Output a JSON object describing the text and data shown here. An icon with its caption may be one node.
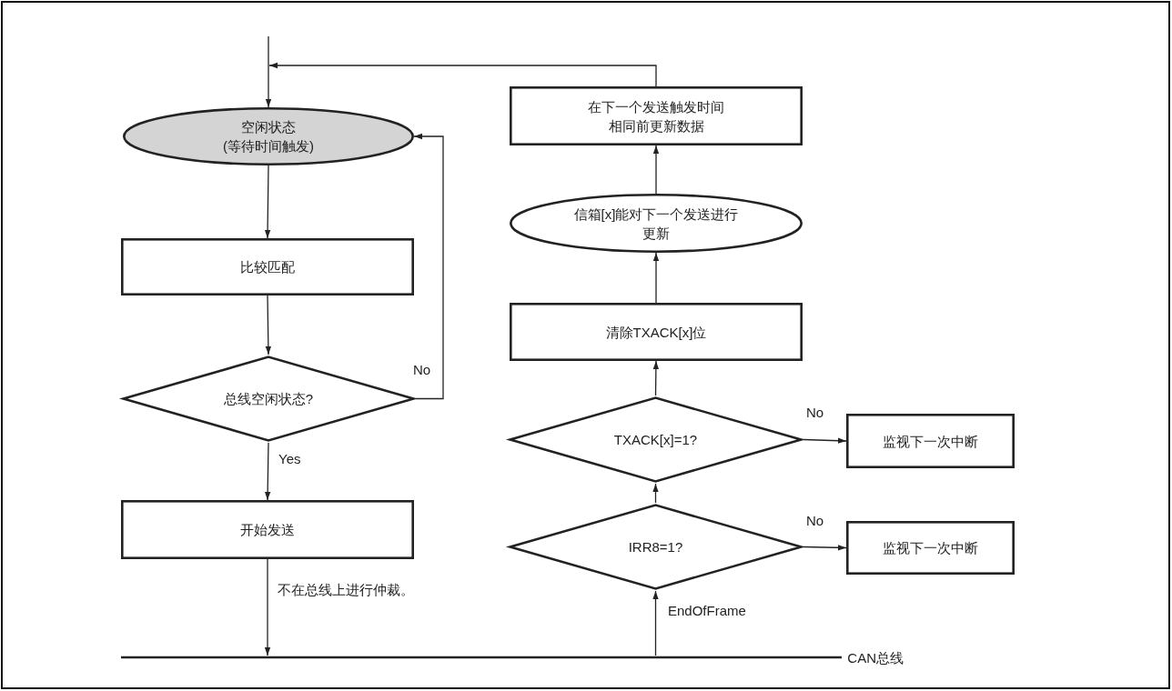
{
  "diagram": {
    "nodes": [
      {
        "text": [
          "空闲状态 (等待时间触发)"
        ]
      },
      {
        "text": [
          "比较匹配"
        ]
      },
      {
        "text": [
          "总线空闲状态?"
        ]
      },
      {
        "text": [
          "开始发送"
        ]
      },
      {
        "text": [
          "CAN总线"
        ]
      },
      {
        "text": [
          "在下一个发送触发时间相同前更新数据"
        ]
      },
      {
        "text": [
          "信箱[x]能对下一个发送进行更新"
        ]
      },
      {
        "text": [
          "清除TXACK[x]位"
        ]
      },
      {
        "text": [
          "TXACK[x]=1?"
        ]
      },
      {
        "text": [
          "监视下一次中断"
        ]
      },
      {
        "text": [
          "IRR8=1?"
        ]
      },
      {
        "text": [
          "监视下一次中断"
        ]
      }
    ],
    "edges": [
      {
        "from": null,
        "to": 0,
        "arrow": "to"
      },
      {
        "from": 0,
        "to": 1,
        "arrow": "to"
      },
      {
        "from": 1,
        "to": 2,
        "arrow": "to"
      },
      {
        "from": 2,
        "to": 0,
        "arrow": "to",
        "label": "No"
      },
      {
        "from": 2,
        "to": 3,
        "arrow": "to",
        "label": "Yes"
      },
      {
        "from": 3,
        "to": 4,
        "arrow": "to",
        "label": "不在总线上进行仲裁。"
      },
      {
        "from": 4,
        "to": 10,
        "arrow": "to",
        "label": "EndOfFrame"
      },
      {
        "from": 10,
        "to": 8,
        "arrow": "to"
      },
      {
        "from": 8,
        "to": 7,
        "arrow": "to"
      },
      {
        "from": 7,
        "to": 6,
        "arrow": "to"
      },
      {
        "from": 6,
        "to": 5,
        "arrow": "to"
      },
      {
        "from": 5,
        "to": 0,
        "arrow": "to"
      },
      {
        "from": 8,
        "to": 9,
        "arrow": "to",
        "label": "No"
      },
      {
        "from": 10,
        "to": 11,
        "arrow": "to",
        "label": "No"
      }
    ]
  }
}
